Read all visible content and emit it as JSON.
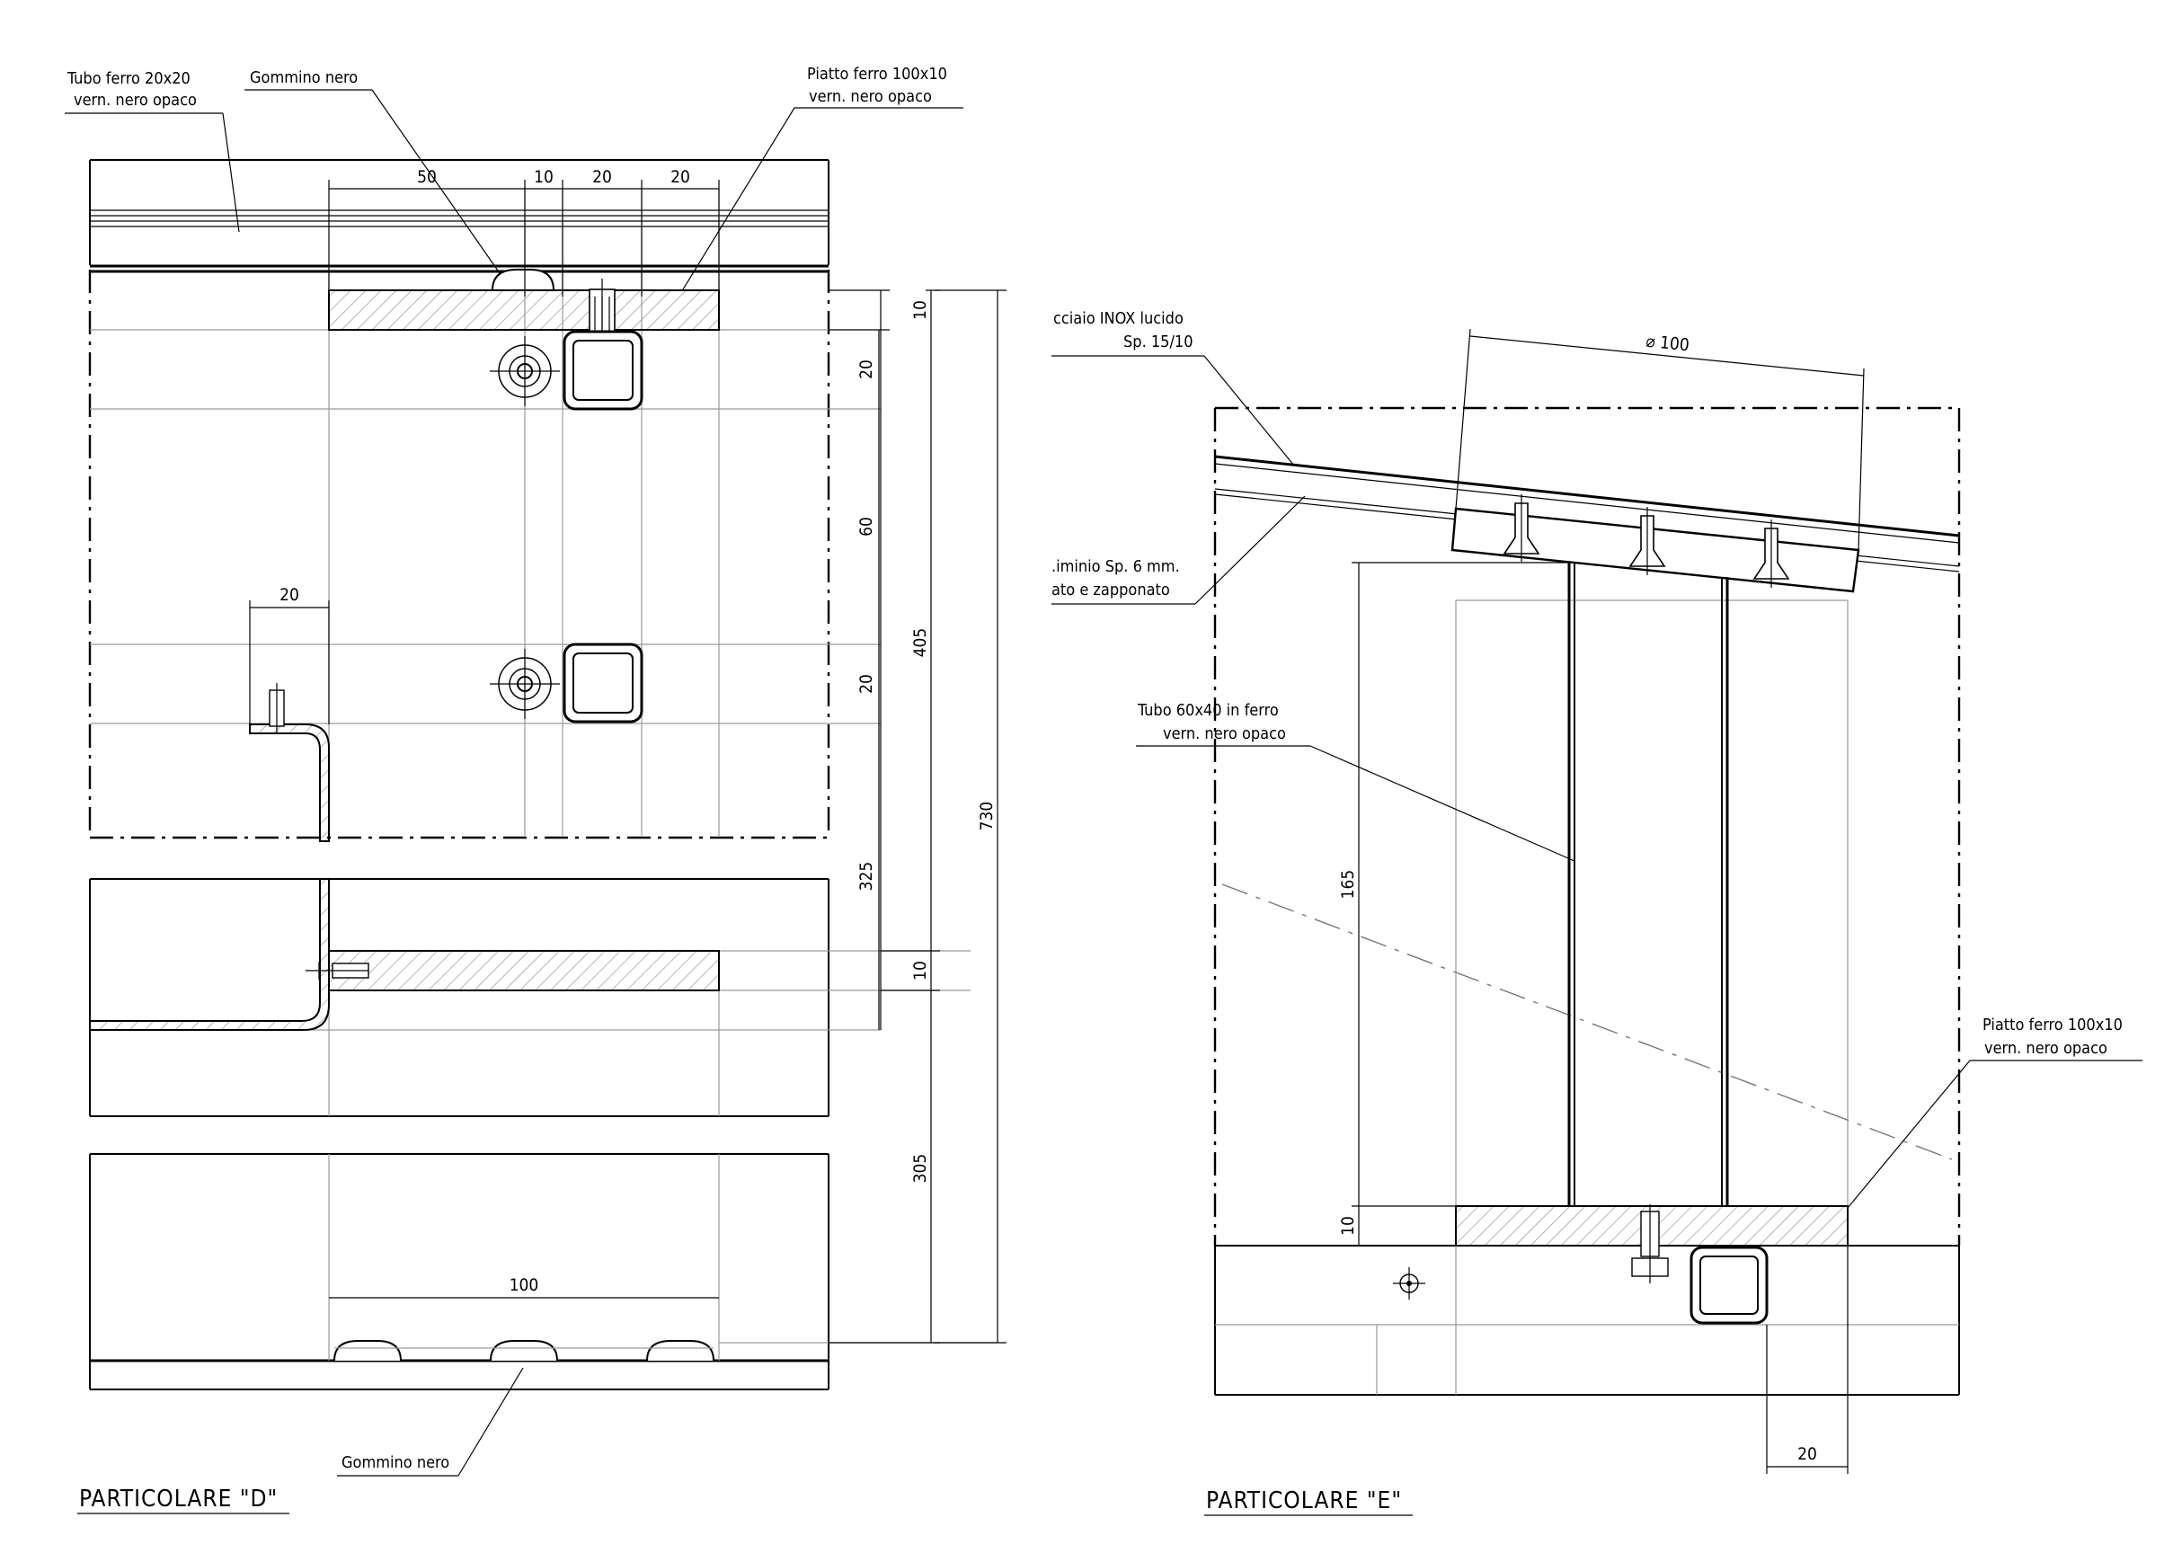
{
  "detail_d": {
    "title": "PARTICOLARE \"D\"",
    "label_tube": [
      "Tubo ferro 20x20",
      "vern. nero opaco"
    ],
    "label_rubber_top": "Gommino nero",
    "label_plate": [
      "Piatto ferro 100x10",
      "vern. nero opaco"
    ],
    "label_rubber_bottom": "Gommino nero",
    "dims": {
      "top_50": "50",
      "top_10": "10",
      "top_20a": "20",
      "top_20b": "20",
      "v10_top": "10",
      "v20_a": "20",
      "v60": "60",
      "v20_b": "20",
      "v325": "325",
      "v10_mid": "10",
      "v305": "305",
      "v405": "405",
      "v730": "730",
      "h20_left": "20",
      "h100": "100"
    }
  },
  "detail_e": {
    "title": "PARTICOLARE \"E\"",
    "label_steel": [
      "cciaio INOX lucido",
      "Sp. 15/10"
    ],
    "label_alu": [
      ".iminio Sp. 6 mm.",
      "ato e zapponato"
    ],
    "label_tube": [
      "Tubo 60x40 in ferro",
      "vern. nero opaco"
    ],
    "label_plate": [
      "Piatto ferro 100x10",
      "vern. nero opaco"
    ],
    "dims": {
      "diameter": "⌀ 100",
      "v165": "165",
      "v10": "10",
      "h20": "20"
    }
  }
}
